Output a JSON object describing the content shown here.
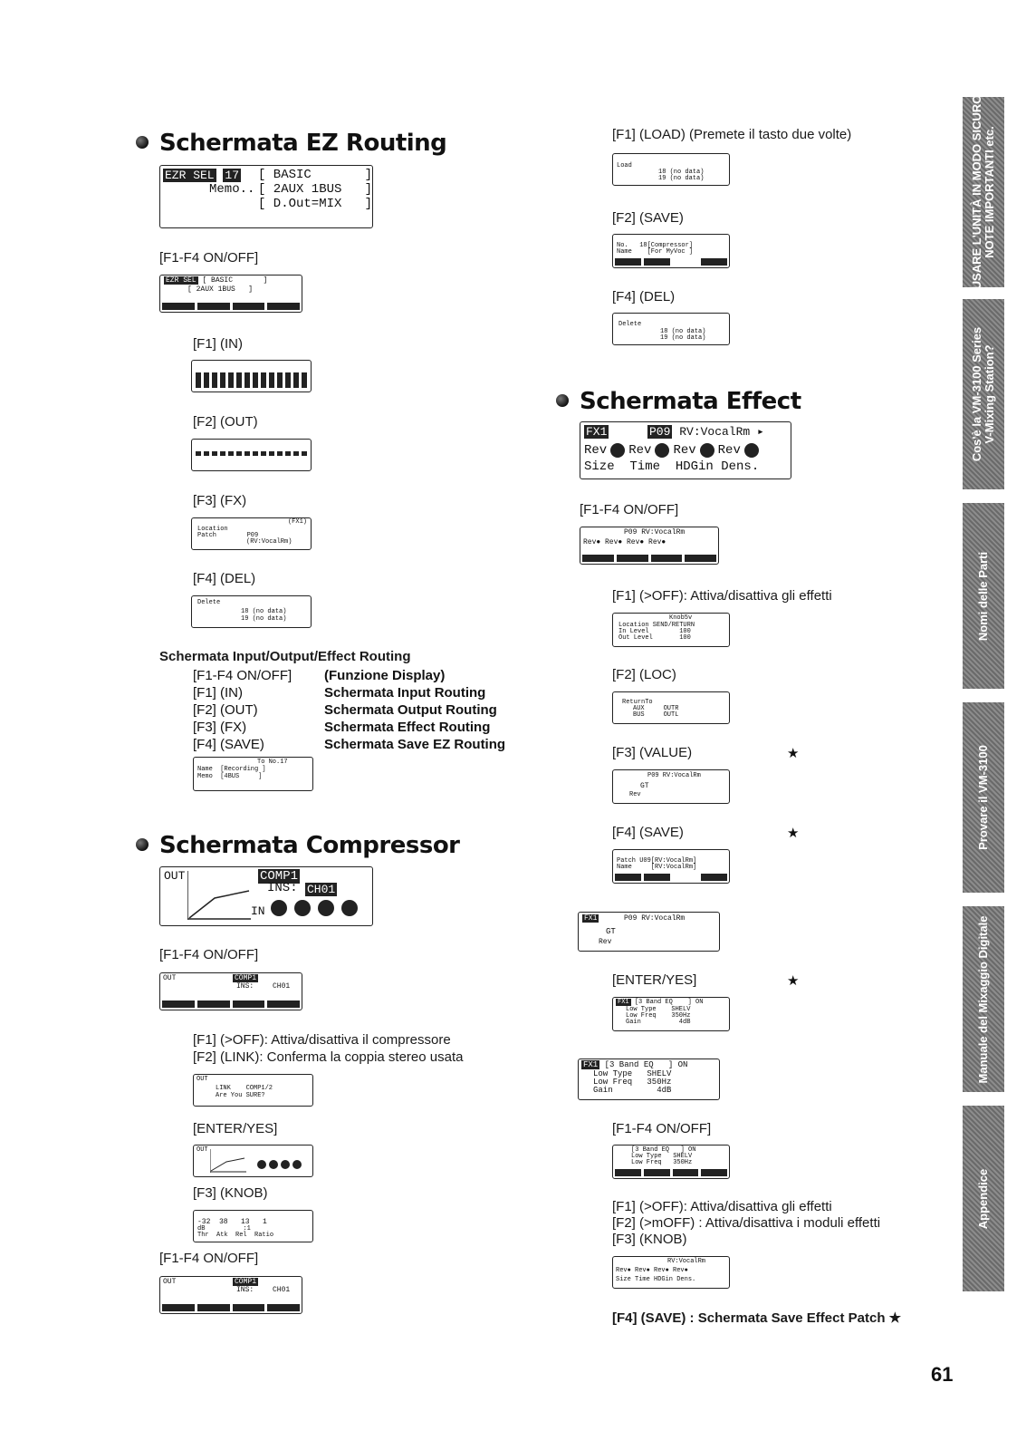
{
  "left": {
    "ez_title": "Schermata EZ Routing",
    "ez_lcd": {
      "tag1": "EZR SEL",
      "tag2": "17",
      "line1": "[ BASIC       ]",
      "memo": "Memo..",
      "line2": "[ 2AUX 1BUS   ]",
      "line3": "[ D.Out=MIX   ]"
    },
    "f1f4_a": "[F1-F4 ON/OFF]",
    "f1_in": "[F1] (IN)",
    "f2_out": "[F2] (OUT)",
    "f3_fx": "[F3] (FX)",
    "f4_del": "[F4] (DEL)",
    "small_del": {
      "l1": "Delete",
      "l2": "18 (no data)",
      "l3": "19 (no data)"
    },
    "small_fx": {
      "l1": "(FX1)",
      "l2": "Location",
      "l3": "Patch        P09",
      "l4": "(RV:VocalRm)"
    },
    "small_save": {
      "l1": "To No.17",
      "l2": "Name  [Recording ]",
      "l3": "Memo  [4BUS     ]"
    },
    "routing_title": "Schermata Input/Output/Effect Routing",
    "routing": [
      {
        "key": "[F1-F4 ON/OFF]",
        "val": "(Funzione Display)"
      },
      {
        "key": "[F1] (IN)",
        "val": "Schermata Input Routing"
      },
      {
        "key": "[F2] (OUT)",
        "val": "Schermata Output Routing"
      },
      {
        "key": "[F3] (FX)",
        "val": "Schermata Effect Routing"
      },
      {
        "key": "[F4] (SAVE)",
        "val": "Schermata Save EZ Routing"
      }
    ],
    "comp_title": "Schermata Compressor",
    "comp_lcd": {
      "out": "OUT",
      "tag": "COMP1",
      "ins": "INS:",
      "ch": "CH01",
      "in": "IN"
    },
    "comp_small": {
      "out": "OUT",
      "tag": "COMP1",
      "ins": "INS:",
      "ch": "CH01"
    },
    "f1f4_b": "[F1-F4 ON/OFF]",
    "comp_f1": "[F1] (>OFF): Attiva/disattiva il compressore",
    "comp_f2": "[F2] (LINK): Conferma la coppia stereo usata",
    "link_lcd": {
      "l1": "LINK    COMP1/2",
      "l2": "Are You SURE?"
    },
    "enter_yes": "[ENTER/YES]",
    "f3_knob": "[F3] (KNOB)",
    "knob_lcd": {
      "vals": "-32  38   13   1",
      "unit": "dB          :1",
      "labels": "Thr  Atk  Rel  Ratio"
    },
    "f1f4_c": "[F1-F4 ON/OFF]"
  },
  "right": {
    "f1_load": "[F1] (LOAD) (Premete il tasto due volte)",
    "load_lcd": {
      "l1": "Load",
      "l2": "18 (no data)",
      "l3": "19 (no data)"
    },
    "f2_save": "[F2] (SAVE)",
    "save_lcd": {
      "l1": "No.   18[Compressor]",
      "l2": "Name    [For MyVoc ]"
    },
    "f4_del": "[F4] (DEL)",
    "del_lcd": {
      "l1": "Delete",
      "l2": "18 (no data)",
      "l3": "19 (no data)"
    },
    "effect_title": "Schermata Effect",
    "effect_lcd": {
      "tag1": "FX1",
      "tag2": "P09",
      "patch": "RV:VocalRm",
      "knobs": [
        "Rev",
        "Rev",
        "Rev",
        "Rev"
      ],
      "labels": "Size  Time  HDGin Dens."
    },
    "f1f4_a": "[F1-F4 ON/OFF]",
    "eff_f1": "[F1] (>OFF): Attiva/disattiva gli effetti",
    "loc_lcd": {
      "l1": "Knob5v",
      "l2": "Location SEND/RETURN",
      "l3": "In Level        100",
      "l4": "Out Level       100"
    },
    "f2_loc": "[F2] (LOC)",
    "loc2_lcd": {
      "l1": "ReturnTo",
      "l2": "AUX     OUTR",
      "l3": "BUS     OUTL"
    },
    "f3_value": "[F3] (VALUE)",
    "star": "★",
    "value_lcd": {
      "patch": "P09 RV:VocalRm",
      "eq": "GT",
      "rev": "Rev"
    },
    "f4_save": "[F4] (SAVE)",
    "save2_lcd": {
      "l1": "Patch U09[RV:VocalRm]",
      "l2": "Name     [RV:VocalRm]"
    },
    "value2_lcd": {
      "tag": "FX1",
      "patch": "P09 RV:VocalRm",
      "eq": "GT",
      "rev": "Rev"
    },
    "enter_yes": "[ENTER/YES]",
    "eq_lcd": {
      "tag": "FX1",
      "l1": "[3 Band EQ    ] ON",
      "l2": "Low Type    SHELV",
      "l3": "Low Freq    350Hz",
      "l4": "Gain          4dB"
    },
    "eq_big": {
      "tag": "FX1",
      "l1": "[3 Band EQ   ] ON",
      "l2": "Low Type   SHELV",
      "l3": "Low Freq   350Hz",
      "l4": "Gain         4dB"
    },
    "f1f4_b": "[F1-F4 ON/OFF]",
    "eq_small2": {
      "l1": "[3 Band EQ   ] ON",
      "l2": "Low Type   SHELV",
      "l3": "Low Freq   350Hz"
    },
    "eff2_f1": "[F1] (>OFF): Attiva/disattiva gli effetti",
    "eff2_f2": "[F2] (>mOFF) : Attiva/disattiva i moduli effetti",
    "eff2_f3": "[F3] (KNOB)",
    "knob2_lcd": {
      "patch": "RV:VocalRm",
      "labels": "Size Time HDGin Dens."
    },
    "f4_save_effect": "[F4] (SAVE) : Schermata Save Effect Patch ★"
  },
  "tabs": [
    {
      "label": "USARE L'UNITÀ IN MODO SICURO",
      "label2": "NOTE IMPORTANTI etc."
    },
    {
      "label": "Cos'è la VM-3100 Series",
      "label2": "V-Mixing Station?"
    },
    {
      "label": "Nomi delle Parti",
      "label2": ""
    },
    {
      "label": "Provare il VM-3100",
      "label2": ""
    },
    {
      "label": "Manuale del Mixaggio Digitale",
      "label2": ""
    },
    {
      "label": "Appendice",
      "label2": ""
    }
  ],
  "page_number": "61"
}
